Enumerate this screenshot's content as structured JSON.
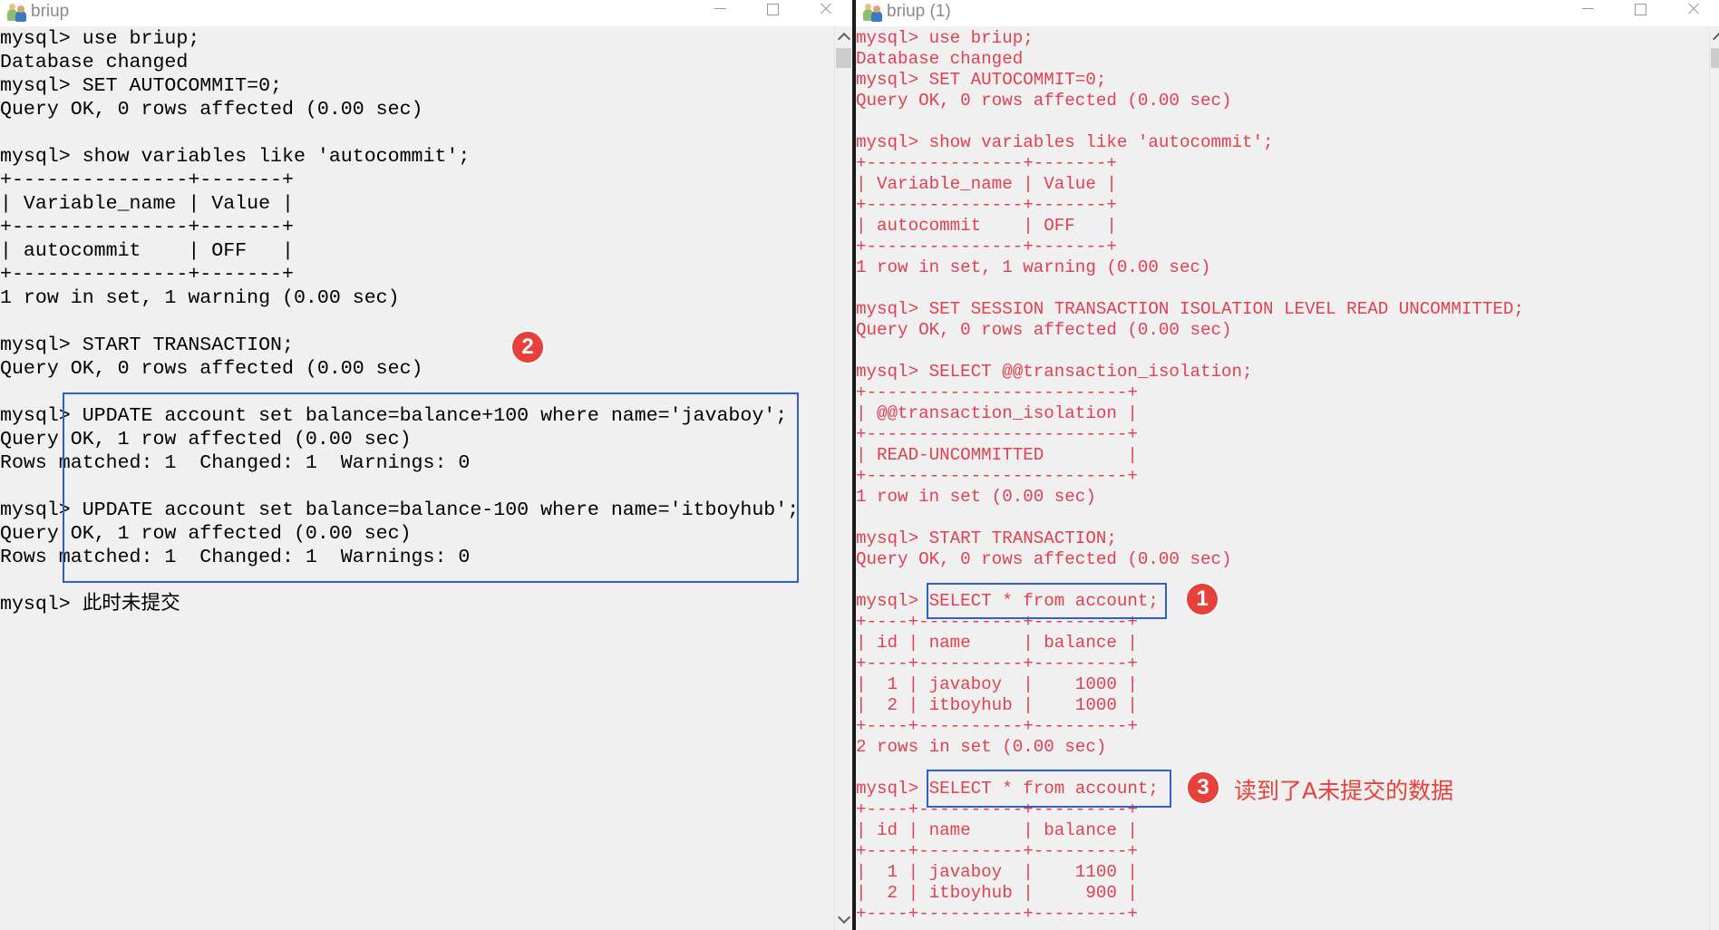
{
  "left_window": {
    "title": "briup",
    "icon": "users-icon",
    "controls": [
      "minimize-icon",
      "maximize-icon",
      "close-icon"
    ],
    "text_color": "#000000",
    "lines": [
      "mysql> use briup;",
      "Database changed",
      "mysql> SET AUTOCOMMIT=0;",
      "Query OK, 0 rows affected (0.00 sec)",
      "",
      "mysql> show variables like 'autocommit';",
      "+---------------+-------+",
      "| Variable_name | Value |",
      "+---------------+-------+",
      "| autocommit    | OFF   |",
      "+---------------+-------+",
      "1 row in set, 1 warning (0.00 sec)",
      "",
      "mysql> START TRANSACTION;",
      "Query OK, 0 rows affected (0.00 sec)",
      "",
      "mysql> UPDATE account set balance=balance+100 where name='javaboy';",
      "Query OK, 1 row affected (0.00 sec)",
      "Rows matched: 1  Changed: 1  Warnings: 0",
      "",
      "mysql> UPDATE account set balance=balance-100 where name='itboyhub';",
      "Query OK, 1 row affected (0.00 sec)",
      "Rows matched: 1  Changed: 1  Warnings: 0",
      "",
      "mysql> 此时未提交"
    ],
    "annotations": {
      "badge": "2",
      "highlight": "UPDATE statements block"
    }
  },
  "right_window": {
    "title": "briup (1)",
    "icon": "users-icon",
    "controls": [
      "minimize-icon",
      "maximize-icon",
      "close-icon"
    ],
    "text_color": "#e04050",
    "lines": [
      "mysql> use briup;",
      "Database changed",
      "mysql> SET AUTOCOMMIT=0;",
      "Query OK, 0 rows affected (0.00 sec)",
      "",
      "mysql> show variables like 'autocommit';",
      "+---------------+-------+",
      "| Variable_name | Value |",
      "+---------------+-------+",
      "| autocommit    | OFF   |",
      "+---------------+-------+",
      "1 row in set, 1 warning (0.00 sec)",
      "",
      "mysql> SET SESSION TRANSACTION ISOLATION LEVEL READ UNCOMMITTED;",
      "Query OK, 0 rows affected (0.00 sec)",
      "",
      "mysql> SELECT @@transaction_isolation;",
      "+-------------------------+",
      "| @@transaction_isolation |",
      "+-------------------------+",
      "| READ-UNCOMMITTED        |",
      "+-------------------------+",
      "1 row in set (0.00 sec)",
      "",
      "mysql> START TRANSACTION;",
      "Query OK, 0 rows affected (0.00 sec)",
      "",
      "mysql> SELECT * from account;",
      "+----+----------+---------+",
      "| id | name     | balance |",
      "+----+----------+---------+",
      "|  1 | javaboy  |    1000 |",
      "|  2 | itboyhub |    1000 |",
      "+----+----------+---------+",
      "2 rows in set (0.00 sec)",
      "",
      "mysql> SELECT * from account;",
      "+----+----------+---------+",
      "| id | name     | balance |",
      "+----+----------+---------+",
      "|  1 | javaboy  |    1100 |",
      "|  2 | itboyhub |     900 |",
      "+----+----------+---------+"
    ],
    "annotations": {
      "badge_1": "1",
      "badge_3": "3",
      "note_3": "读到了A未提交的数据"
    }
  },
  "colors": {
    "highlight_box": "#2f5fd0",
    "badge": "#e8403a",
    "background": "#f0f0f0"
  }
}
